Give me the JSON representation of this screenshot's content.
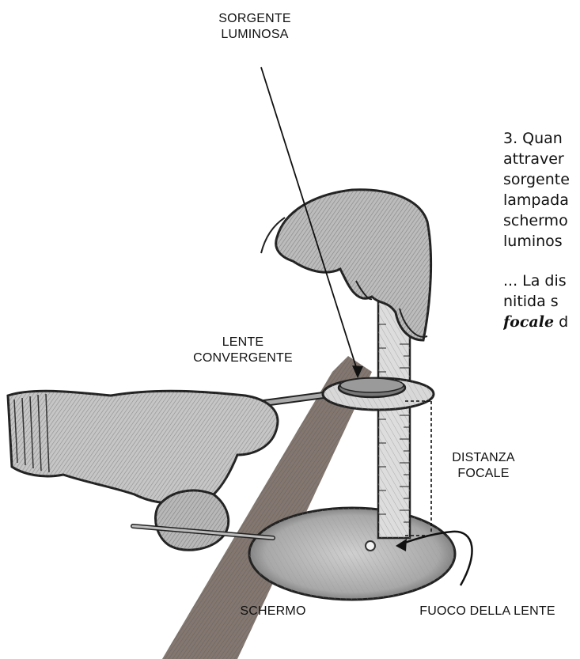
{
  "labels": {
    "light_source": "SORGENTE\nLUMINOSA",
    "converging_lens": "LENTE\nCONVERGENTE",
    "focal_distance": "DISTANZA\nFOCALE",
    "screen": "SCHERMO",
    "lens_focus": "FUOCO DELLA LENTE"
  },
  "caption": {
    "lines": [
      "3. Quan",
      "attraver",
      "sorgente",
      "lampada",
      "schermo",
      "luminos"
    ],
    "lines2_text": [
      "... La dis",
      "nitida s"
    ],
    "last_emph": "focale",
    "last_rest": " d"
  },
  "colors": {
    "ink": "#1a1a1a",
    "pencil": "#3a3a3a",
    "shade": "#6b6b6b",
    "paper": "#ffffff"
  },
  "icons": [
    "hand-holding-ruler",
    "hand-holding-lens",
    "hand-holding-screen",
    "ruler",
    "lens",
    "screen-disc"
  ]
}
